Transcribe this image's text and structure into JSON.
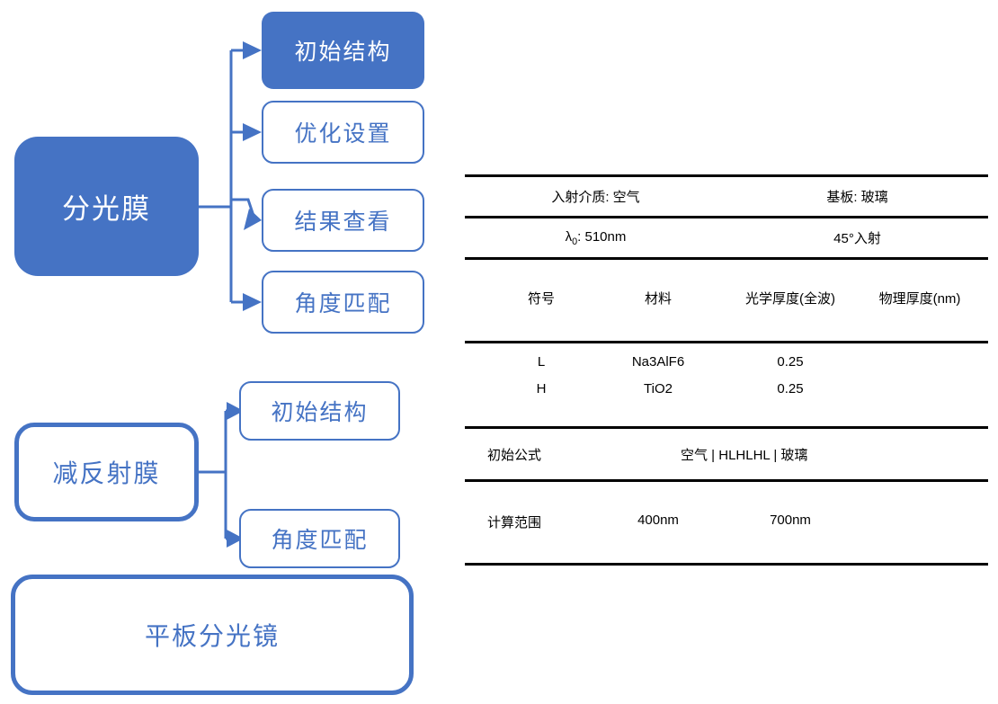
{
  "diagram": {
    "beamsplitter_branch": {
      "root_label": "分光膜",
      "children": [
        {
          "label": "初始结构",
          "style": "filled"
        },
        {
          "label": "优化设置",
          "style": "outline"
        },
        {
          "label": "结果查看",
          "style": "outline"
        },
        {
          "label": "角度匹配",
          "style": "outline"
        }
      ]
    },
    "antireflection_branch": {
      "root_label": "减反射膜",
      "children": [
        {
          "label": "初始结构",
          "style": "outline"
        },
        {
          "label": "角度匹配",
          "style": "outline"
        }
      ]
    },
    "bottom_node": {
      "label": "平板分光镜"
    },
    "colors": {
      "accent_blue": "#4573c4",
      "filled_text": "#ffffff",
      "outline_text": "#4573c4"
    }
  },
  "table": {
    "conditions": [
      {
        "left": "入射介质: 空气",
        "right": "基板: 玻璃"
      },
      {
        "left_prefix": "λ",
        "left_sub": "0",
        "left_suffix": ": 510nm",
        "right": "45°入射"
      }
    ],
    "columns": [
      "符号",
      "材料",
      "光学厚度(全波)",
      "物理厚度(nm)"
    ],
    "layers": [
      {
        "symbol": "L",
        "material": "Na3AlF6",
        "optical_thickness": "0.25",
        "physical_thickness": ""
      },
      {
        "symbol": "H",
        "material": "TiO2",
        "optical_thickness": "0.25",
        "physical_thickness": ""
      }
    ],
    "formula": {
      "label": "初始公式",
      "value": "空气 | HLHLHL |  玻璃"
    },
    "range": {
      "label": "计算范围",
      "start": "400nm",
      "end": "700nm"
    }
  }
}
